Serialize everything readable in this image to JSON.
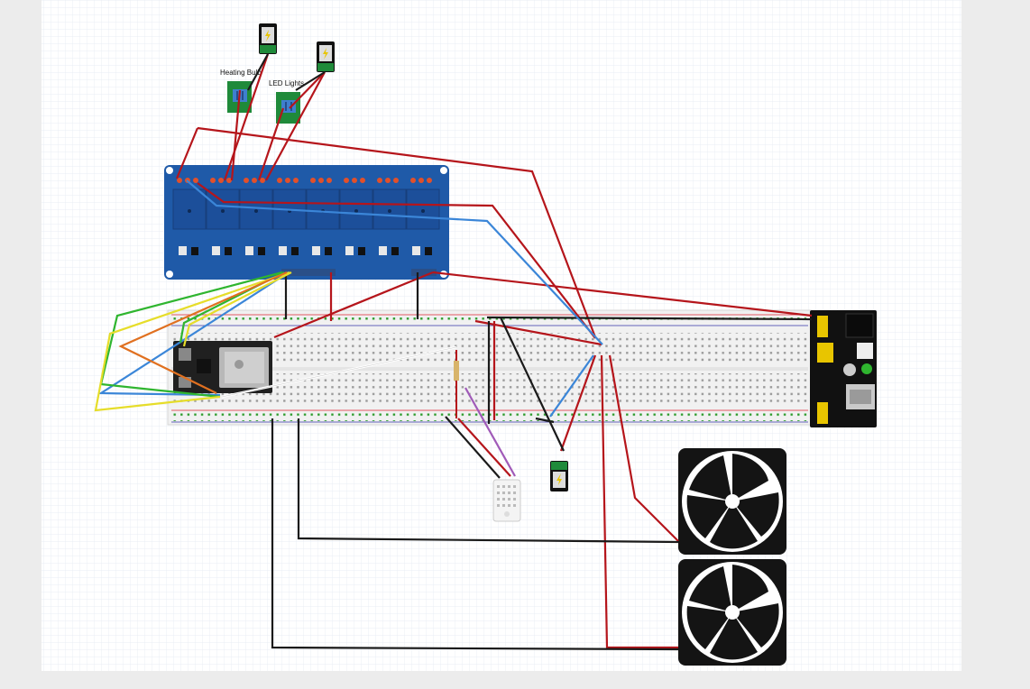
{
  "canvas": {
    "background": "#ffffff",
    "grid_color": "#dfe6f0",
    "side_strip": "#ececec"
  },
  "labels": {
    "heating": "Heating Bulb",
    "led": "LED Lights"
  },
  "components": {
    "relay_board": {
      "channels": 8,
      "color": "#1f5aa8"
    },
    "breadboard": {
      "color": "#f2f2f2",
      "rail_red": "#d23",
      "rail_blue": "#33a"
    },
    "microcontroller": {
      "name": "ESP32",
      "color": "#222"
    },
    "power_module": {
      "color": "#111"
    },
    "dc_jacks": 3,
    "screw_terminals": 2,
    "sensor": {
      "type": "DHT22",
      "color": "#f4f4f4"
    },
    "fans": 2
  },
  "colors": {
    "wire_red": "#b5151b",
    "wire_black": "#1a1a1a",
    "wire_blue": "#3b86d8",
    "wire_green": "#2fb52f",
    "wire_yellow": "#e6dd2a",
    "wire_orange": "#e07020",
    "wire_white": "#ffffff",
    "wire_purple": "#a05ab8",
    "pcb_green": "#1f8a3a"
  }
}
